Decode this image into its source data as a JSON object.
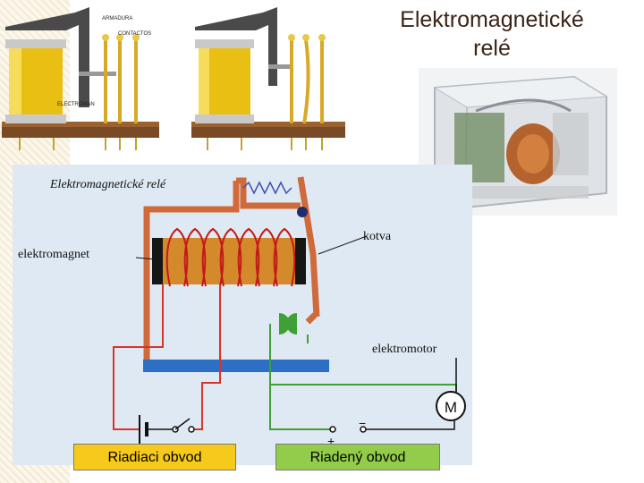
{
  "title": {
    "line1": "Elektromagnetické",
    "line2": "relé"
  },
  "photo_labels": {
    "armatura": "ARMADURA",
    "contactos": "CONTACTOS",
    "electroman": "ELECTROMAN"
  },
  "schematic": {
    "heading": "Elektromagnetické relé",
    "electromagnet": "elektromagnet",
    "armature": "kotva",
    "motor": "elektromotor",
    "motor_symbol": "M",
    "plus": "+",
    "minus": "−"
  },
  "labels": {
    "control": "Riadiaci obvod",
    "load": "Riadený obvod"
  },
  "colors": {
    "control": "#f6c91a",
    "load": "#92cc4a",
    "title": "#3b2416",
    "frame": "#d06a3a",
    "wire_red": "#d9332a",
    "wire_green": "#3fa035",
    "coil": "#d48a2a"
  }
}
